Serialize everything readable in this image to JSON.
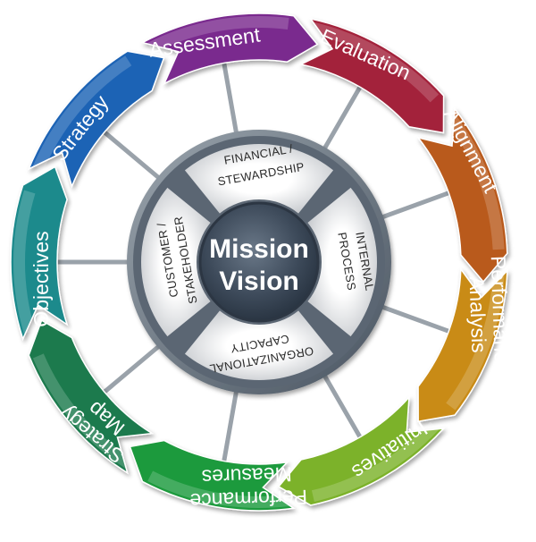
{
  "ring": {
    "segments": [
      {
        "label": "Assessment",
        "color": "#7a2c8e"
      },
      {
        "label": "Evaluation",
        "color": "#a3243a"
      },
      {
        "label": "Alignment",
        "color": "#b95a1e"
      },
      {
        "label": "Performance Analysis",
        "lines": [
          "Performance",
          "Analysis"
        ],
        "color": "#c98b18"
      },
      {
        "label": "Initiatives",
        "color": "#7cb22c"
      },
      {
        "label": "Performance Measures",
        "lines": [
          "Performance",
          "Measures"
        ],
        "color": "#1f9a3c"
      },
      {
        "label": "Strategy Map",
        "lines": [
          "Strategy",
          "Map"
        ],
        "color": "#1b7a4e"
      },
      {
        "label": "Objectives",
        "color": "#1d8a8c"
      },
      {
        "label": "Strategy",
        "color": "#1e63b5"
      }
    ]
  },
  "quadrants": {
    "top": [
      "FINANCIAL /",
      "STEWARDSHIP"
    ],
    "right": [
      "INTERNAL",
      "PROCESS"
    ],
    "bottom": [
      "ORGANIZATIONAL",
      "CAPACITY"
    ],
    "left": [
      "CUSTOMER /",
      "STAKEHOLDER"
    ]
  },
  "hub": {
    "line1": "Mission",
    "line2": "Vision",
    "color": "#3d4a5a"
  }
}
